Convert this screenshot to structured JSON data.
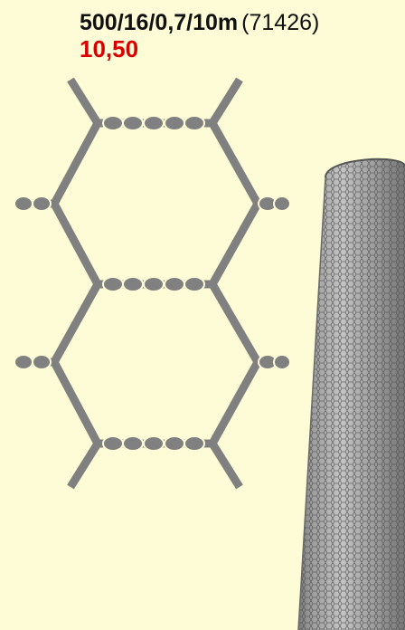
{
  "product": {
    "code": "500/16/0,7/10m",
    "id": "(71426)",
    "price": "10,50"
  },
  "colors": {
    "background": "#fdfcd6",
    "price": "#d80000",
    "wire": "#808080"
  },
  "images": {
    "mesh": "hexagonal-wire-mesh-diagram",
    "roll": "wire-mesh-roll-photo"
  }
}
